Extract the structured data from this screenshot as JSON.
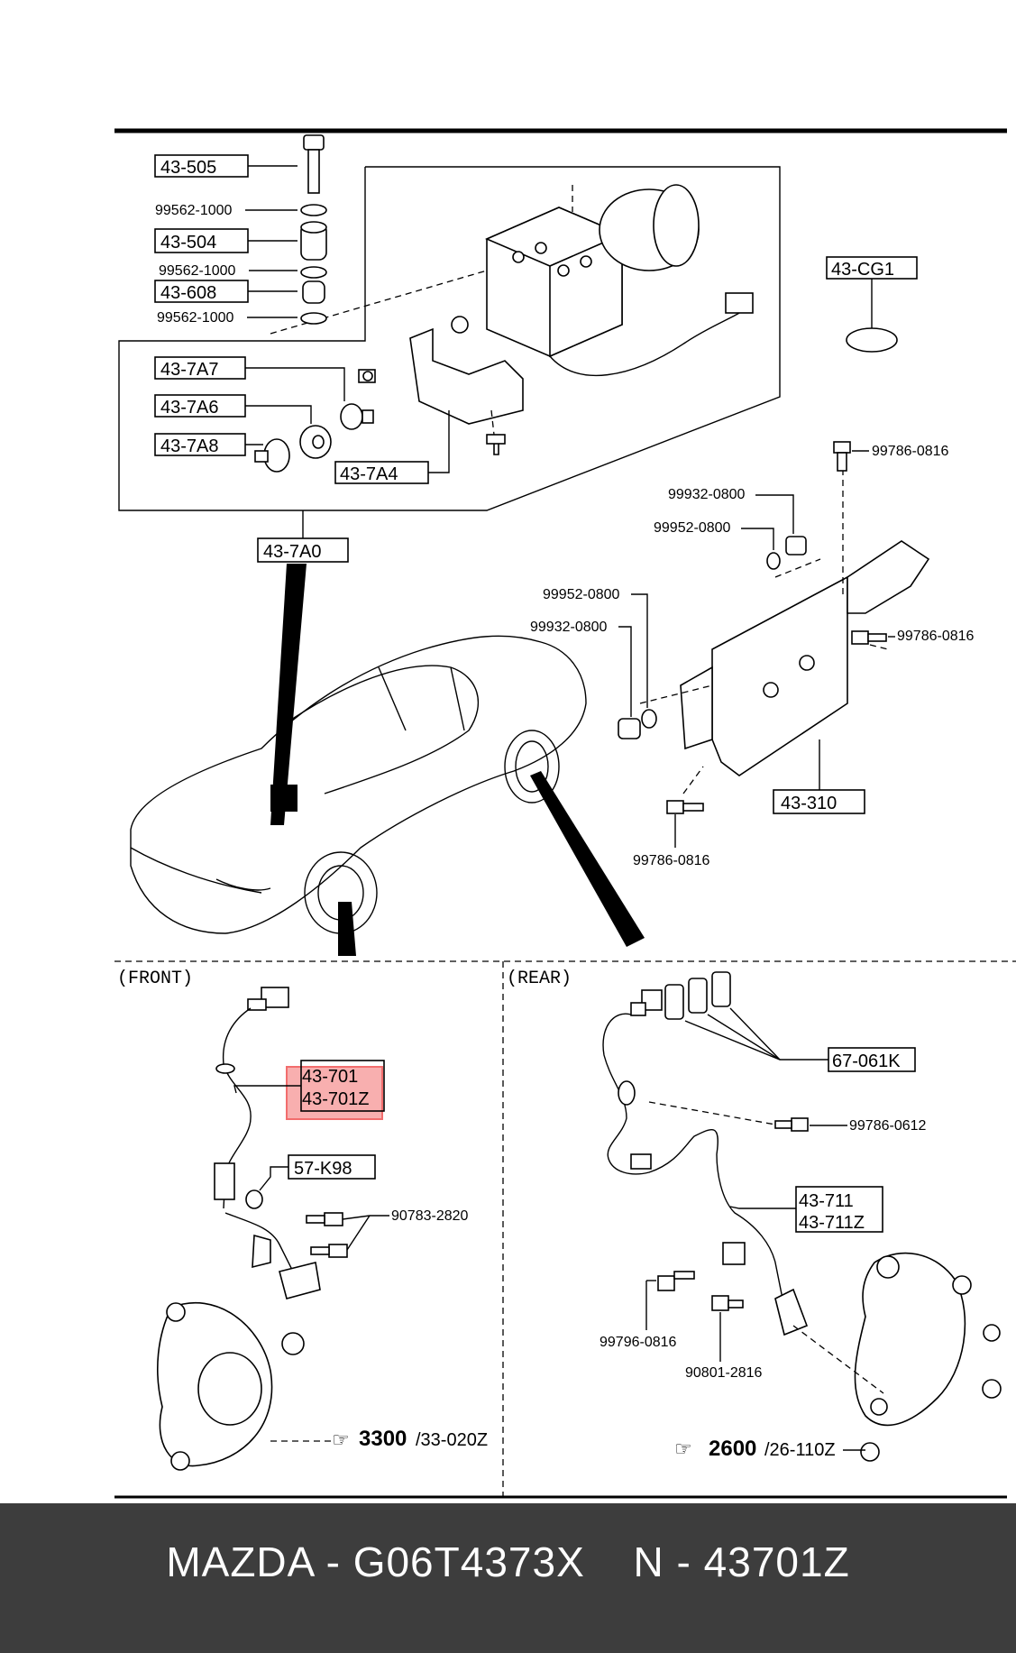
{
  "footer": {
    "brand": "MAZDA",
    "dash1": "-",
    "code": "G06T4373X",
    "prefix": "N",
    "dash2": "-",
    "part": "43701Z"
  },
  "sections": {
    "front": "(FRONT)",
    "rear": "(REAR)"
  },
  "labels": {
    "l43_505": "43-505",
    "l99562_a": "99562-1000",
    "l43_504": "43-504",
    "l99562_b": "99562-1000",
    "l43_608": "43-608",
    "l99562_c": "99562-1000",
    "l43_7A7": "43-7A7",
    "l43_7A6": "43-7A6",
    "l43_7A8": "43-7A8",
    "l43_7A4": "43-7A4",
    "l43_7A0": "43-7A0",
    "l43_CG1": "43-CG1",
    "l99786_a": "99786-0816",
    "l99932_a": "99932-0800",
    "l99952_a": "99952-0800",
    "l99952_b": "99952-0800",
    "l99932_b": "99932-0800",
    "l99786_b": "99786-0816",
    "l43_310": "43-310",
    "l99786_c": "99786-0816",
    "l43_701": "43-701",
    "l43_701Z": "43-701Z",
    "l57_K98": "57-K98",
    "l90783": "90783-2820",
    "l3300": "3300",
    "l33_020Z": "/33-020Z",
    "l67_061K": "67-061K",
    "l99786_0612": "99786-0612",
    "l43_711": "43-711",
    "l43_711Z": "43-711Z",
    "l99796": "99796-0816",
    "l90801": "90801-2816",
    "l2600": "2600",
    "l26_110Z": "/26-110Z"
  },
  "colors": {
    "highlight": "#f26d6d",
    "footer_bg": "#3d3d3d"
  }
}
